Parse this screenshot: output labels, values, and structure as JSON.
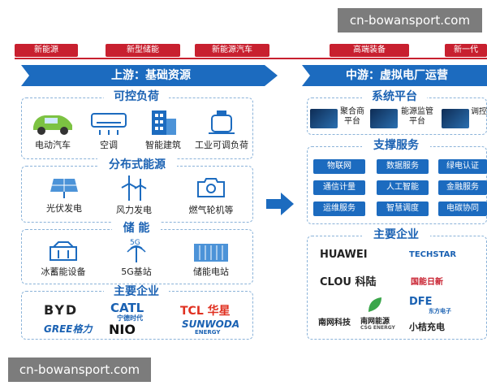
{
  "top_tags": [
    "新能源",
    "新型储能",
    "新能源汽车",
    "高端装备",
    "新一代"
  ],
  "upstream": {
    "banner": "上游：基础资源",
    "controllable": {
      "title": "可控负荷",
      "items": [
        "电动汽车",
        "空调",
        "智能建筑",
        "工业可调负荷"
      ]
    },
    "distributed": {
      "title": "分布式能源",
      "items": [
        "光伏发电",
        "风力发电",
        "燃气轮机等"
      ]
    },
    "storage": {
      "title": "储 能",
      "items": [
        "冰蓄能设备",
        "5G基站",
        "储能电站"
      ]
    },
    "companies": {
      "title": "主要企业",
      "logos": [
        "BYD",
        "CATL",
        "宁德时代",
        "TCL 华星",
        "GREE格力",
        "NIO",
        "SUNWODA",
        "ENERGY"
      ]
    }
  },
  "midstream": {
    "banner": "中游：虚拟电厂运营",
    "system": {
      "title": "系统平台",
      "items": [
        "聚合商平台",
        "能源监管平台",
        "调控"
      ]
    },
    "support": {
      "title": "支撑服务",
      "items": [
        "物联网",
        "数据服务",
        "绿电认证",
        "通信计量",
        "人工智能",
        "金融服务",
        "运维服务",
        "智慧调度",
        "电碳协同"
      ]
    },
    "companies": {
      "title": "主要企业",
      "logos": [
        "HUAWEI",
        "TECHSTAR",
        "CLOU 科陆",
        "国能日新",
        "南网科技",
        "南网能源",
        "CSG ENERGY",
        "DFE",
        "东方电子",
        "小桔充电"
      ]
    }
  },
  "watermarks": [
    "cn-bowansport.com",
    "cn-bowansport.com"
  ],
  "colors": {
    "red": "#c8202f",
    "blue": "#1b62b3",
    "banner": "#1c6bbf"
  }
}
